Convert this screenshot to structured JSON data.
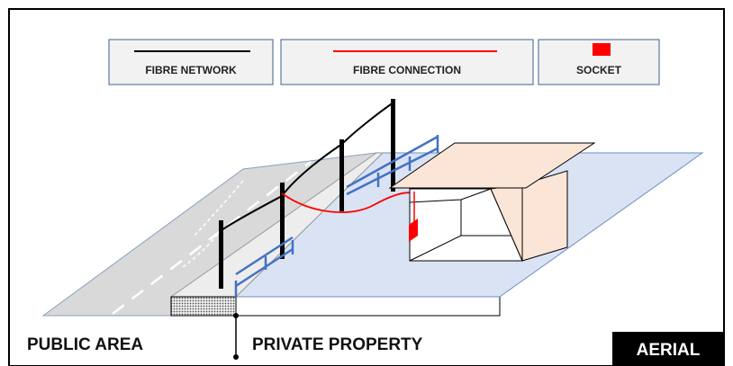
{
  "legend": {
    "fibre_network": "FIBRE NETWORK",
    "fibre_connection": "FIBRE CONNECTION",
    "socket": "SOCKET"
  },
  "labels": {
    "public_area": "PUBLIC AREA",
    "private_property": "PRIVATE PROPERTY",
    "aerial": "AERIAL"
  },
  "colors": {
    "fibre_network": "#000000",
    "fibre_connection": "#ff0000",
    "socket": "#ff0000",
    "fence": "#4472c4",
    "private_ground": "#dae3f3",
    "road": "#d9d9d9",
    "roof": "#fbe5d6"
  },
  "icons": [
    "utility-pole",
    "fence",
    "house",
    "socket"
  ]
}
